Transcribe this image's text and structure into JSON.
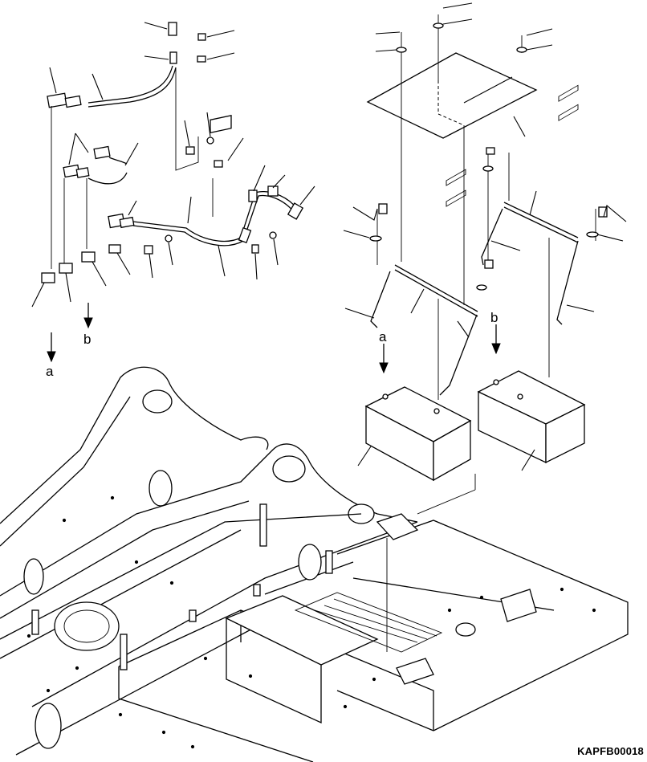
{
  "figure": {
    "code": "KAPFB00018",
    "callouts": {
      "a_left": "a",
      "b_left": "b",
      "a_right": "a",
      "b_right": "b"
    }
  }
}
